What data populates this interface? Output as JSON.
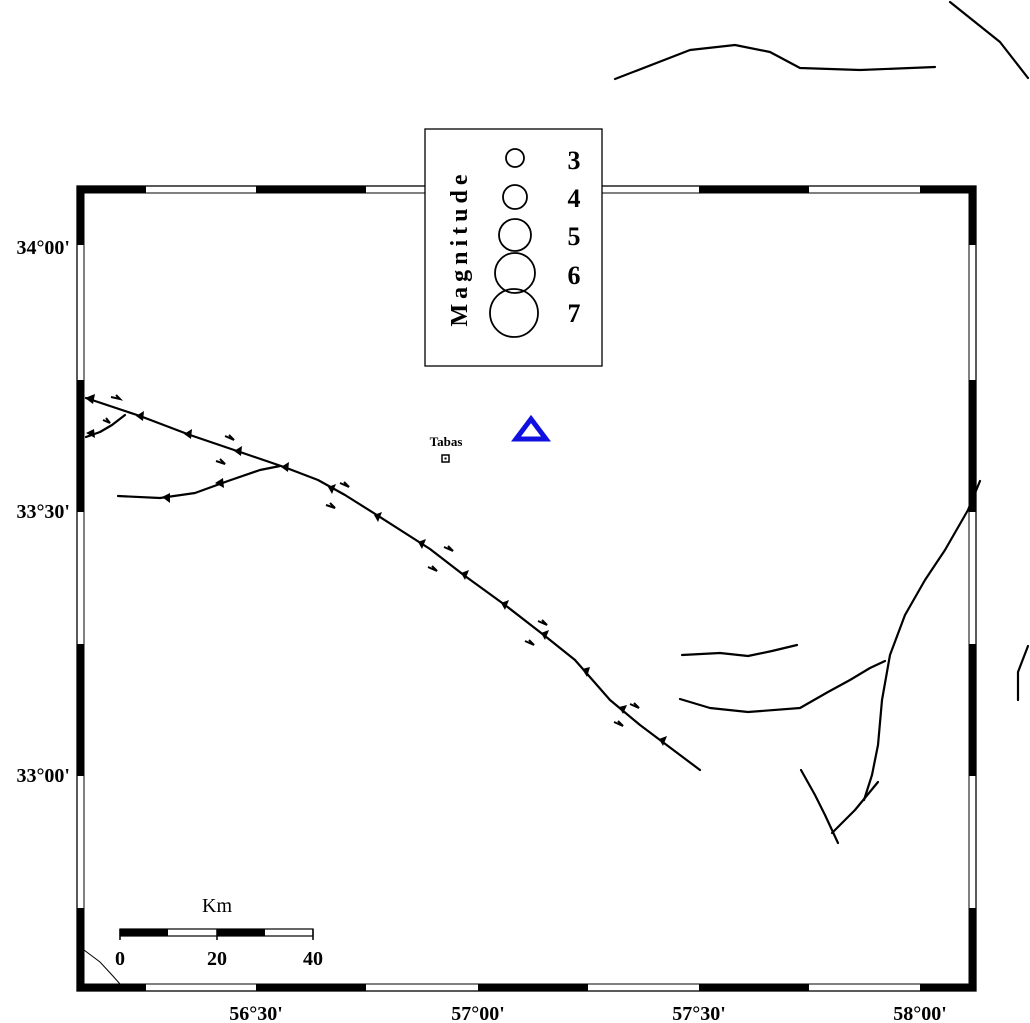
{
  "axes": {
    "longitude_labels": [
      "56°30'",
      "57°00'",
      "57°30'",
      "58°00'"
    ],
    "latitude_labels": [
      "34°00'",
      "33°30'",
      "33°00'"
    ]
  },
  "legend": {
    "title": "Magnitude",
    "items": [
      {
        "label": "3"
      },
      {
        "label": "4"
      },
      {
        "label": "5"
      },
      {
        "label": "6"
      },
      {
        "label": "7"
      }
    ]
  },
  "town": {
    "name": "Tabas",
    "symbol": "square-marker-icon"
  },
  "station": {
    "symbol": "triangle-marker-icon",
    "color": "#1010e0"
  },
  "scale_bar": {
    "title": "Km",
    "tick_labels": [
      "0",
      "20",
      "40"
    ]
  },
  "colors": {
    "frame": "#000000",
    "faults": "#000000",
    "station": "#1010e0"
  }
}
